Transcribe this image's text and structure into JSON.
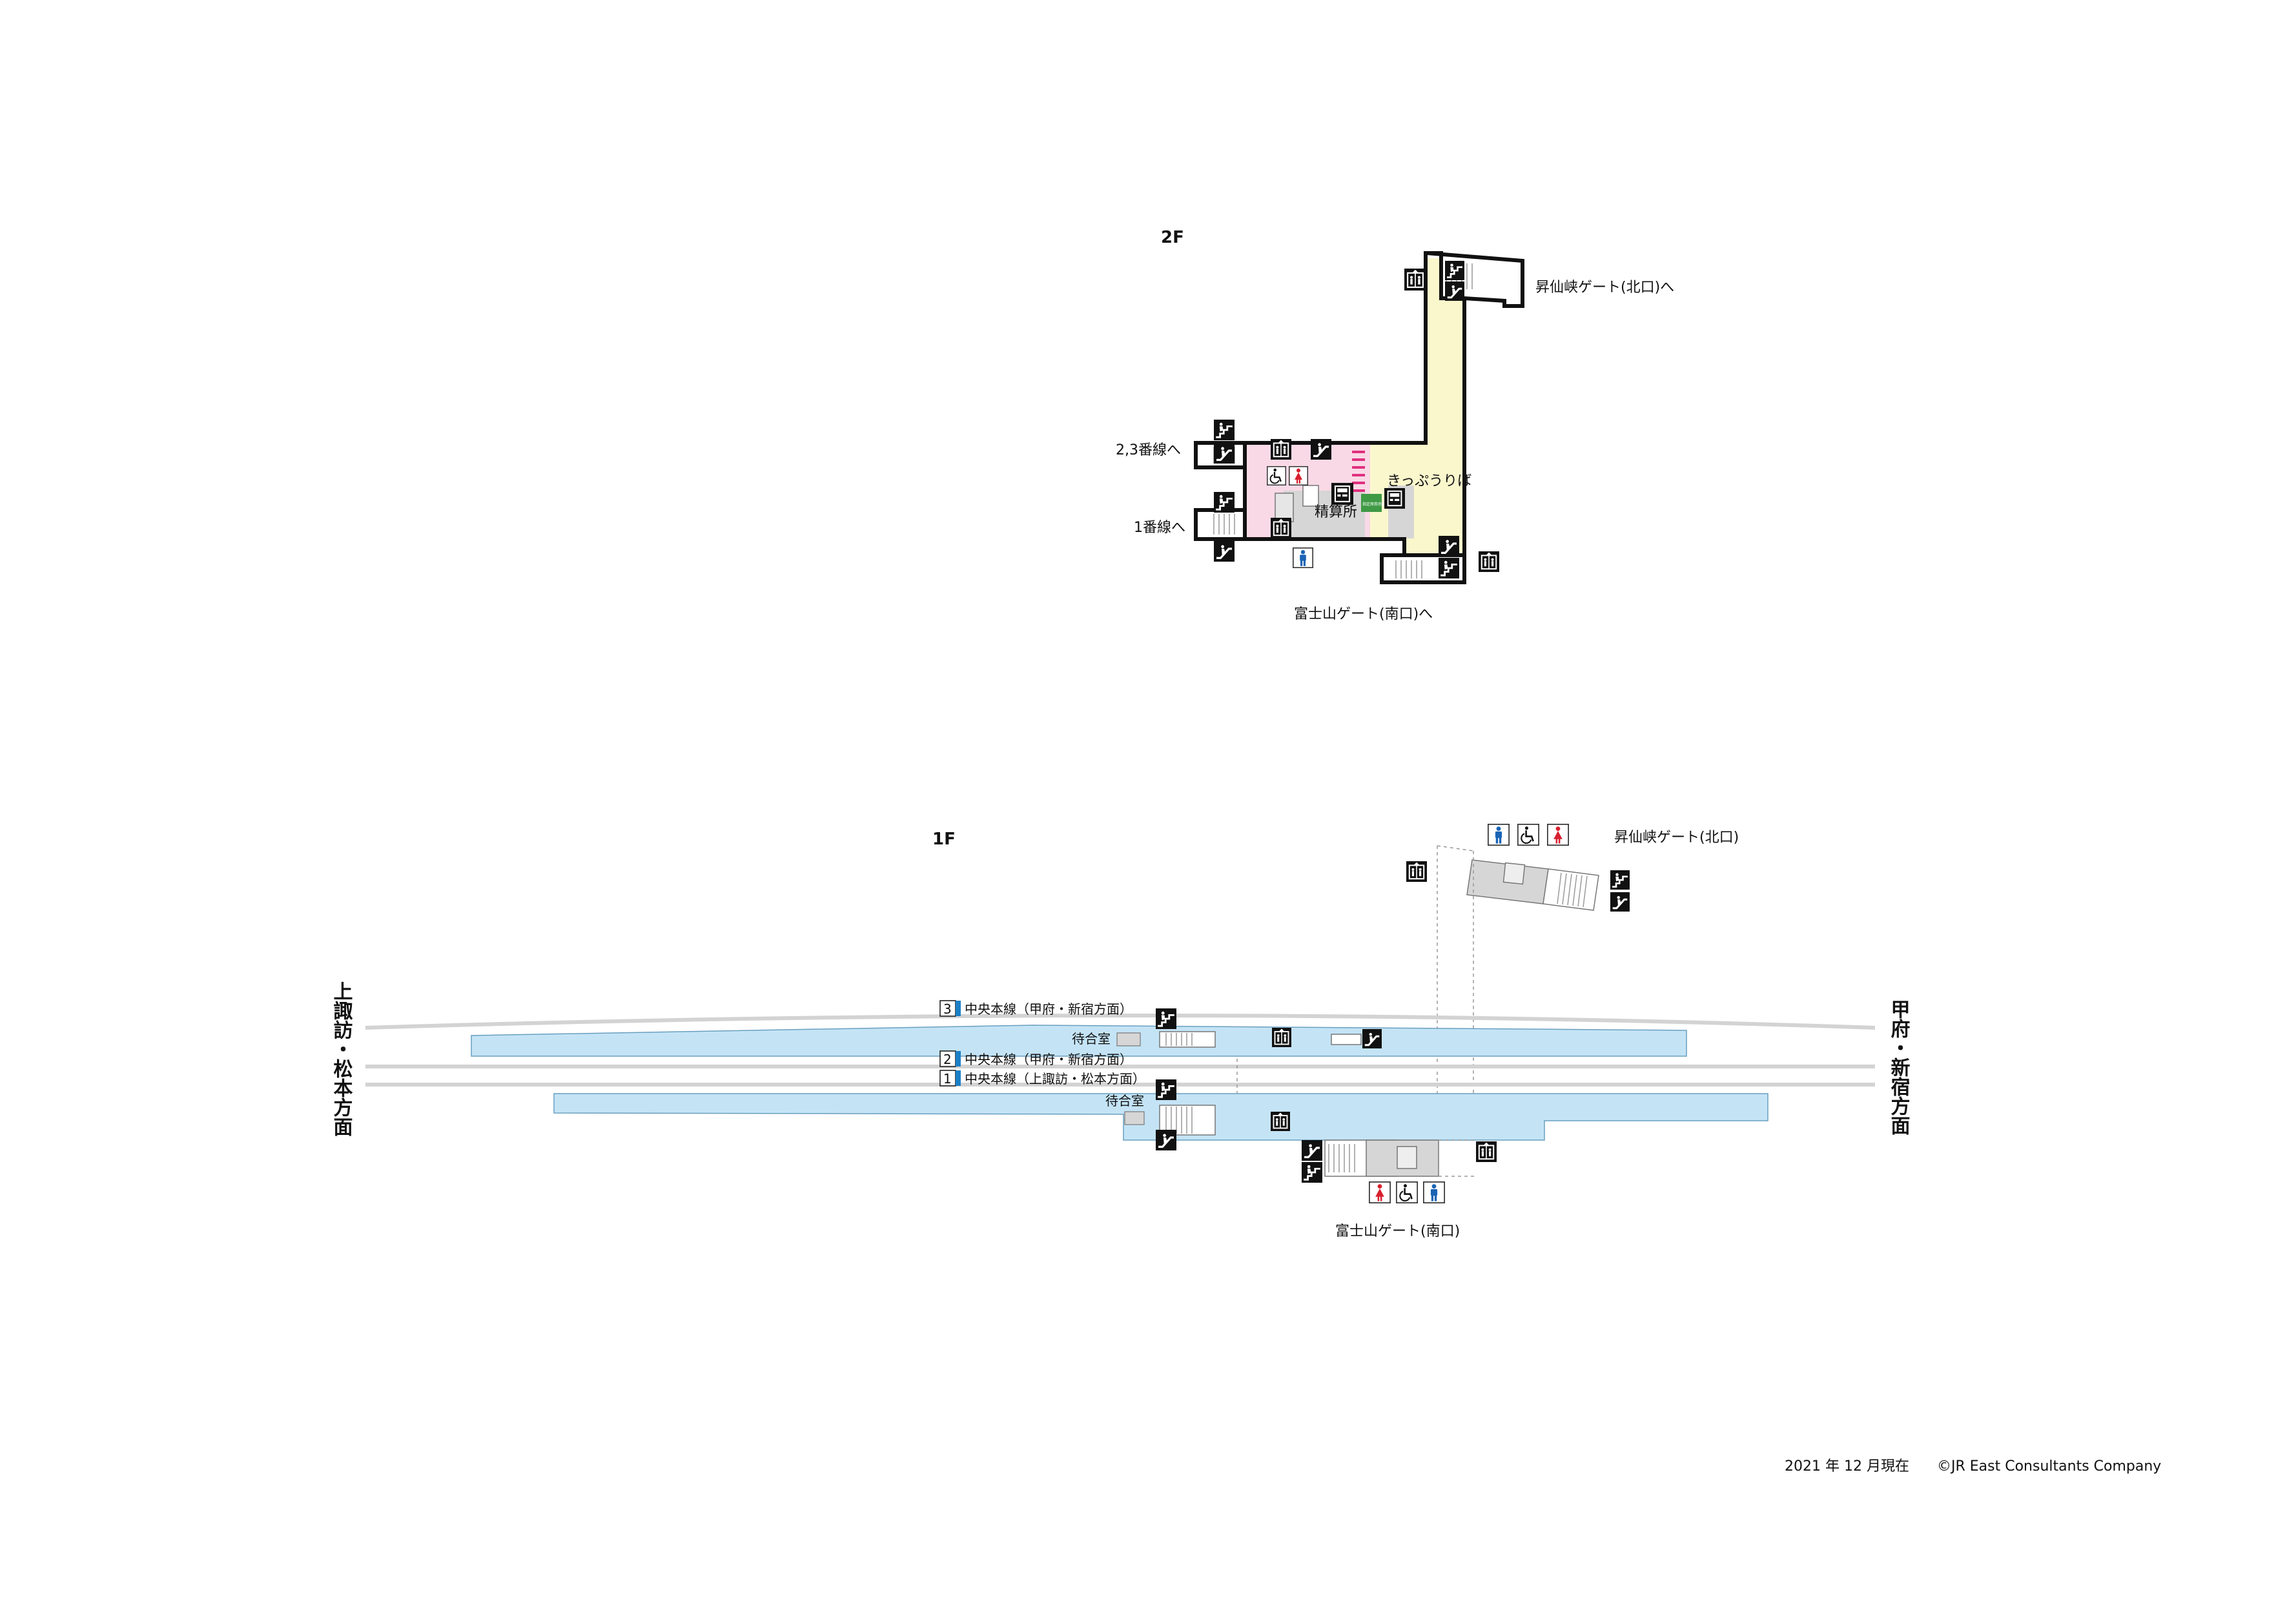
{
  "floors": {
    "upper": "2F",
    "lower": "1F"
  },
  "floor_2f": {
    "exit_north": "昇仙峡ゲート(北口)へ",
    "to_platform_23": "2,3番線へ",
    "to_platform_1": "1番線へ",
    "exit_south": "富士山ゲート(南口)へ",
    "fare_adjustment": "精算所",
    "ticket_counter": "きっぷうりば",
    "ticket_office_badge": "指定席券売機"
  },
  "floor_1f": {
    "exit_north": "昇仙峡ゲート(北口)",
    "exit_south": "富士山ゲート(南口)",
    "waiting_room_upper": "待合室",
    "waiting_room_lower": "待合室",
    "tracks": [
      {
        "number": "3",
        "label": "中央本線（甲府・新宿方面）"
      },
      {
        "number": "2",
        "label": "中央本線（甲府・新宿方面）"
      },
      {
        "number": "1",
        "label": "中央本線（上諏訪・松本方面）"
      }
    ],
    "direction_left": "上諏訪・松本方面",
    "direction_right": "甲府・新宿方面"
  },
  "footer": {
    "date": "2021 年 12 月現在",
    "copyright": "©JR East Consultants Company"
  },
  "colors": {
    "platform": "#c4e4f6",
    "ticket_area": "#fbf7cc",
    "gate_area": "#f9d9e6",
    "facility_gray": "#d6d6d6",
    "track": "#d3d3d3",
    "track_badge": "#1b7fc6",
    "toilet_men": "#1a64b5",
    "toilet_women": "#d8202f",
    "ticket_machine_green": "#3f9a45",
    "icon_black": "#111111"
  },
  "icons": [
    "elevator-icon",
    "escalator-up-icon",
    "escalator-down-icon",
    "wheelchair-icon",
    "toilet-men-icon",
    "toilet-women-icon",
    "stairs-icon",
    "ticket-machine-icon"
  ]
}
